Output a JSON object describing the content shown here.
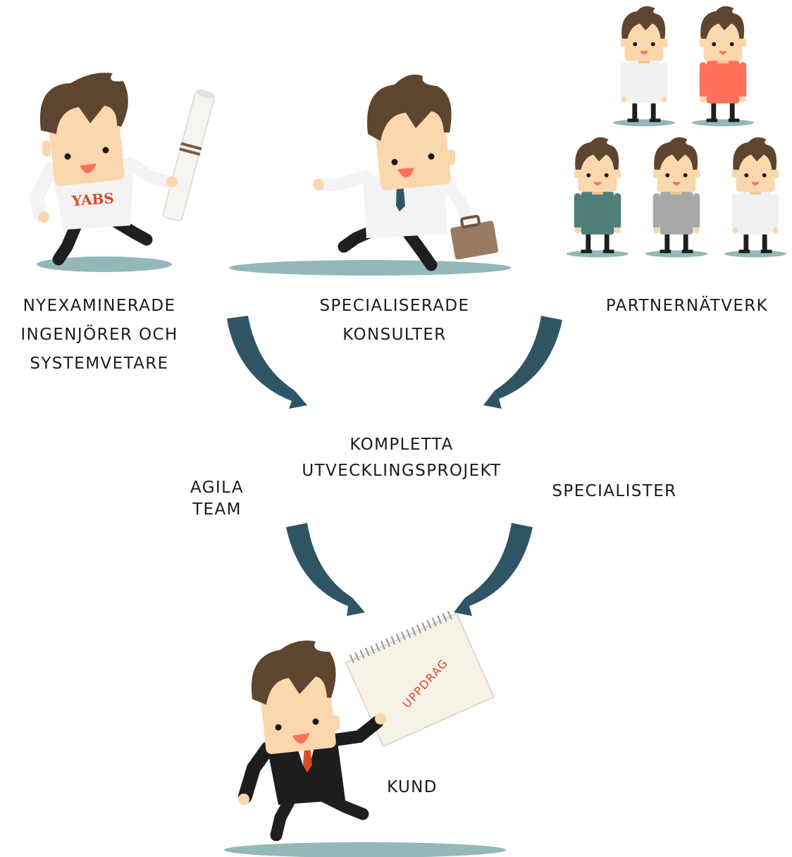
{
  "labels": {
    "graduates": [
      "NYEXAMINERADE",
      "INGENJÖRER OCH",
      "SYSTEMVETARE"
    ],
    "consultants": [
      "SPECIALISERADE",
      "KONSULTER"
    ],
    "partners": [
      "PARTNERNÄTVERK"
    ],
    "projects": [
      "KOMPLETTA",
      "UTVECKLINGSPROJEKT"
    ],
    "agile": [
      "AGILA",
      "TEAM"
    ],
    "specialists": [
      "SPECIALISTER"
    ],
    "customer": [
      "KUND"
    ]
  },
  "shirt_text": "YABS",
  "notepad_text": "UPPDRAG",
  "colors": {
    "arrow": "#2f5565",
    "shadow": "#93b8b8",
    "hair": "#5e4530",
    "skin": "#fbd7ad",
    "shirt_orange": "#ff6f5a",
    "shirt_green": "#4f7f76",
    "shirt_gray": "#a8a8a8",
    "accent_red": "#d94a2b",
    "suit": "#1d1d1d",
    "briefcase": "#9a7b62"
  }
}
